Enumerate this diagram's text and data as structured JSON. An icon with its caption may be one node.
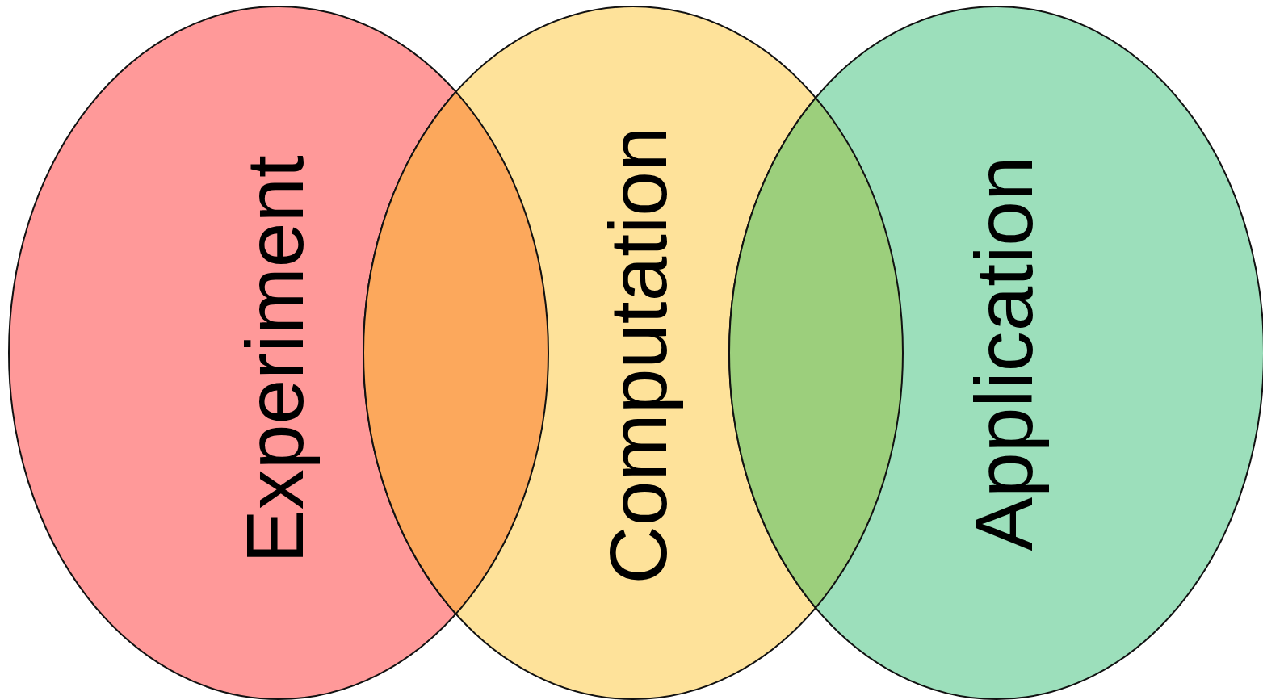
{
  "diagram": {
    "nodes": [
      {
        "text": [
          "Experiment"
        ]
      },
      {
        "text": [
          "Computation"
        ]
      },
      {
        "text": [
          "Application"
        ]
      }
    ]
  }
}
